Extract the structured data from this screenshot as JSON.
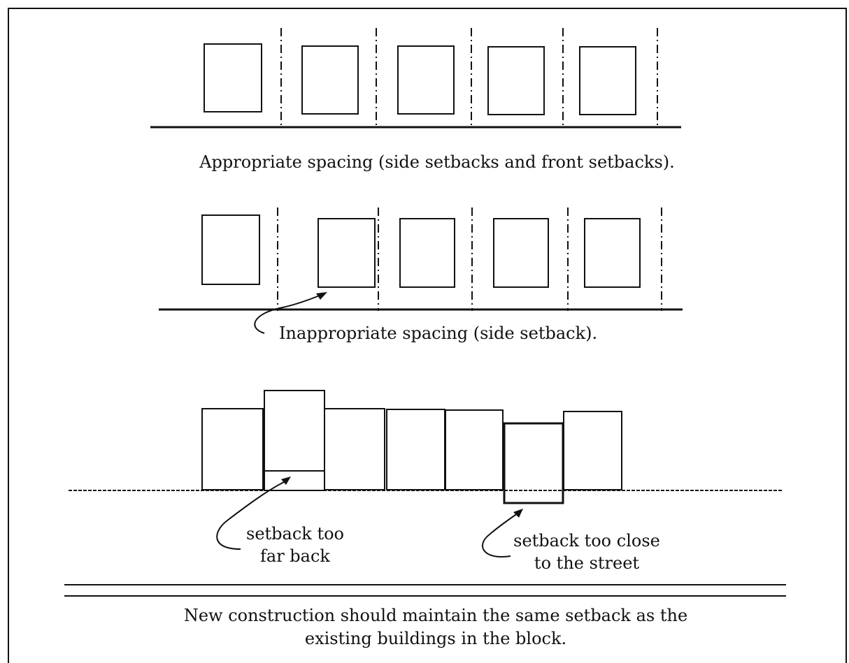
{
  "diagram": {
    "row1_caption": "Appropriate spacing (side setbacks and front setbacks).",
    "row2_caption": "Inappropriate spacing (side setback).",
    "row3_label_far": [
      "setback too",
      "far back"
    ],
    "row3_label_close": [
      "setback too close",
      "to the street"
    ],
    "footer_caption": [
      "New construction should maintain the same setback as the",
      "existing buildings in the block."
    ]
  }
}
